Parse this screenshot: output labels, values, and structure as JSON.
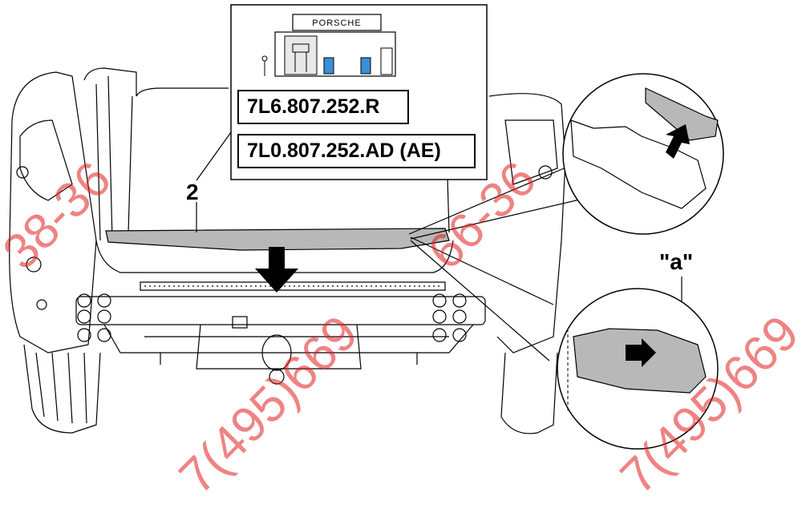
{
  "callouts": {
    "item_2": "2",
    "item_a": "\"a\""
  },
  "part_numbers": [
    "7L6.807.252.R",
    "7L0.807.252.AD (AE)"
  ],
  "dealer_sign": "PORSCHE",
  "watermarks": [
    "38-36",
    "66-36",
    "7(495)669",
    "7(495)669"
  ],
  "colors": {
    "watermark": "#E21E1E",
    "part_fill": "#B8B8B8",
    "line": "#000000"
  }
}
